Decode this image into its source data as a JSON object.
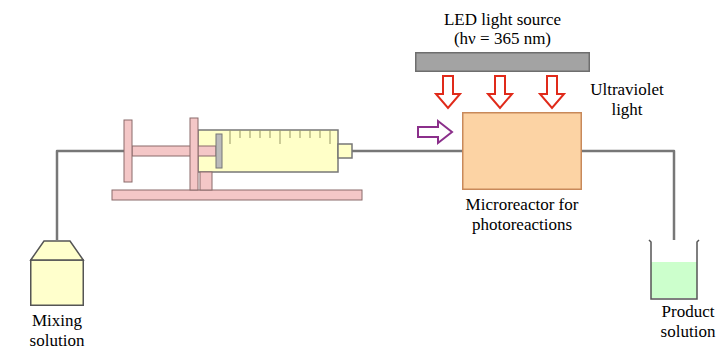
{
  "diagram": {
    "nodes": [
      {
        "text": [
          "Mixing solution"
        ]
      },
      {
        "text": [
          "LED light source (hν = 365 nm)"
        ]
      },
      {
        "text": [
          "Microreactor for photoreactions"
        ]
      },
      {
        "text": [
          "Product solution"
        ]
      }
    ],
    "edges": [
      {
        "from": 0,
        "to": 2,
        "arrow": "none"
      },
      {
        "from": 2,
        "to": 3,
        "arrow": "none"
      }
    ],
    "labels": [
      "Ultraviolet light"
    ]
  }
}
